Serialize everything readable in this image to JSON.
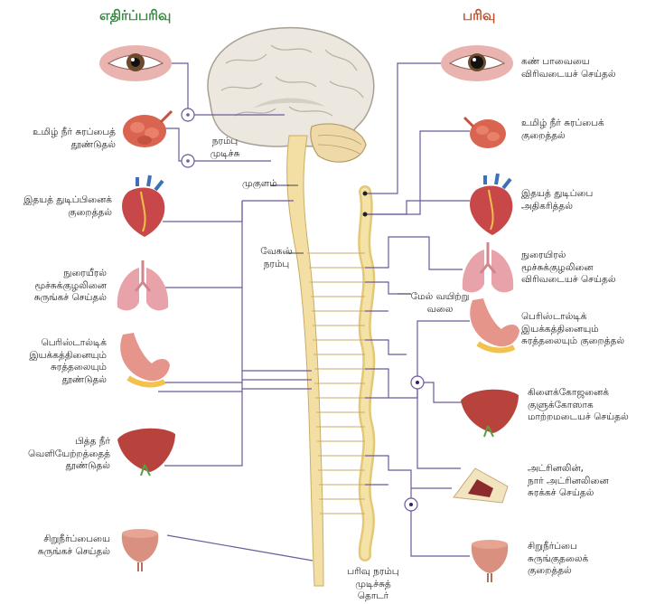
{
  "titles": {
    "parasympathetic": "எதிர்ப்பரிவு",
    "sympathetic": "பரிவு",
    "parasympathetic_color": "#2e8b3a",
    "sympathetic_color": "#c0502a"
  },
  "center_labels": {
    "cranial_nerve": [
      "நரம்பு",
      "முடிச்சு"
    ],
    "medulla": "முகுளம்",
    "vagus": [
      "வேகஸ்",
      "நரம்பு"
    ],
    "solar_plexus": [
      "மேல் வயிற்று",
      "வலை"
    ],
    "sympathetic_chain": [
      "பரிவு நரம்பு",
      "முடிச்சுத்",
      "தொடர்"
    ]
  },
  "left_effects": [
    {
      "organ": "eye-icon",
      "lines": []
    },
    {
      "organ": "salivary-gland-icon",
      "lines": [
        "உமிழ் நீர் சுரப்பைத்",
        "தூண்டுதல்"
      ]
    },
    {
      "organ": "heart-icon",
      "lines": [
        "இதயத் துடிப்பினைக்",
        "குறைத்தல்"
      ]
    },
    {
      "organ": "lungs-icon",
      "lines": [
        "நுரையீரல்",
        "மூச்சுக்குழலினை",
        "சுருங்கச் செய்தல்"
      ]
    },
    {
      "organ": "stomach-icon",
      "lines": [
        "பெரிஸ்டால்டிக்",
        "இயக்கத்தினையும்",
        "சுரத்தலையும்",
        "தூண்டுதல்"
      ]
    },
    {
      "organ": "liver-icon",
      "lines": [
        "பித்த நீர்",
        "வெளியேற்றத்தைத்",
        "தூண்டுதல்"
      ]
    },
    {
      "organ": "bladder-icon",
      "lines": [
        "சிறுநீர்ப்பையை",
        "சுருங்கச் செய்தல்"
      ]
    }
  ],
  "right_effects": [
    {
      "organ": "eye-icon",
      "lines": [
        "கண் பாவையை",
        "விரிவடையச் செய்தல்"
      ]
    },
    {
      "organ": "salivary-gland-icon",
      "lines": [
        "உமிழ் நீர் சுரப்பைக்",
        "குறைத்தல்"
      ]
    },
    {
      "organ": "heart-icon",
      "lines": [
        "இதயத் துடிப்பை",
        "அதிகரித்தல்"
      ]
    },
    {
      "organ": "lungs-icon",
      "lines": [
        "நுரையிரல்",
        "மூச்சுக்குழலினை",
        "விரிவடையச் செய்தல்"
      ]
    },
    {
      "organ": "stomach-icon",
      "lines": [
        "பெரிஸ்டால்டிக்",
        "இயக்கத்தினையும்",
        "சுரத்தலையும் குறைத்தல்"
      ]
    },
    {
      "organ": "liver-icon",
      "lines": [
        "கிளைக்கோஜனைக்",
        "குளுக்கோஸாக",
        "மாற்றமடையச் செய்தல்"
      ]
    },
    {
      "organ": "adrenal-icon",
      "lines": [
        "அட்ரினலின்,",
        "நார் அட்ரினலினை",
        "சுரக்கச் செய்தல்"
      ]
    },
    {
      "organ": "bladder-icon",
      "lines": [
        "சிறுநீர்ப்பை",
        "சுருங்குதலைக்",
        "குறைத்தல்"
      ]
    }
  ],
  "colors": {
    "nerve_line": "#6e5a9c",
    "dark_line": "#444444",
    "spinal_cord": "#f3dfa3",
    "brain": "#ece7df",
    "organ_red": "#c8484a"
  }
}
